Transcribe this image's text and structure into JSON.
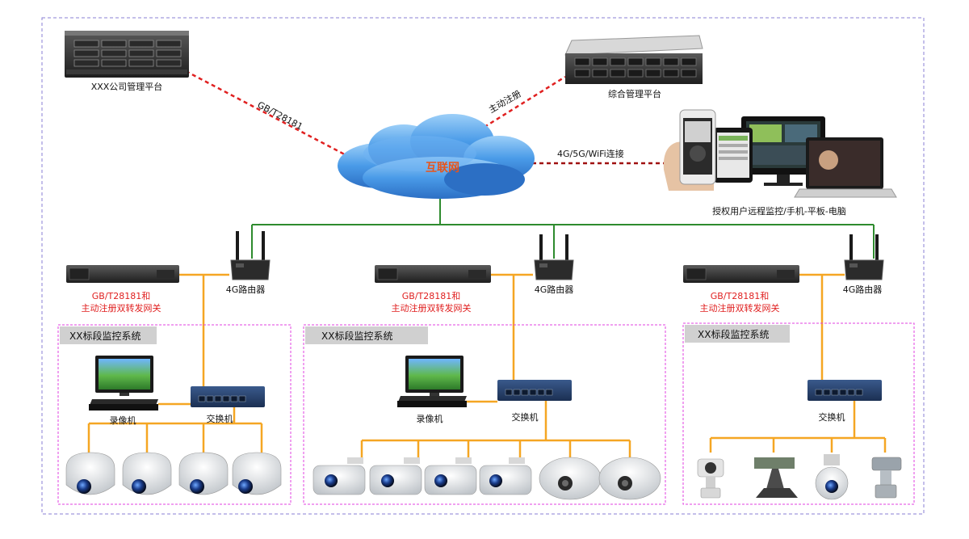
{
  "platforms": {
    "company": "XXX公司管理平台",
    "integrated": "综合管理平台"
  },
  "links": {
    "gb_protocol": "GB/T28181",
    "active_register": "主动注册",
    "mobile_link": "4G/5G/WiFi连接"
  },
  "internet": "互联网",
  "remote_users": "授权用户远程监控/手机-平板-电脑",
  "gateway": {
    "line1": "GB/T28181和",
    "line2": "主动注册双转发网关"
  },
  "router": "4G路由器",
  "systems": [
    {
      "title": "XX标段监控系统",
      "nvr": "录像机",
      "switch": "交换机"
    },
    {
      "title": "XX标段监控系统",
      "nvr": "录像机",
      "switch": "交换机"
    },
    {
      "title": "XX标段监控系统",
      "switch": "交换机"
    }
  ],
  "colors": {
    "red_link": "#e02020",
    "green_bus": "#2e8b2e",
    "orange_link": "#f5a623",
    "gateway_text": "#e02020",
    "cloud": "#3d8fe0",
    "internet_text": "#e8541a",
    "frame_outer": "#8a7fd6",
    "frame_system": "#e040e0"
  }
}
